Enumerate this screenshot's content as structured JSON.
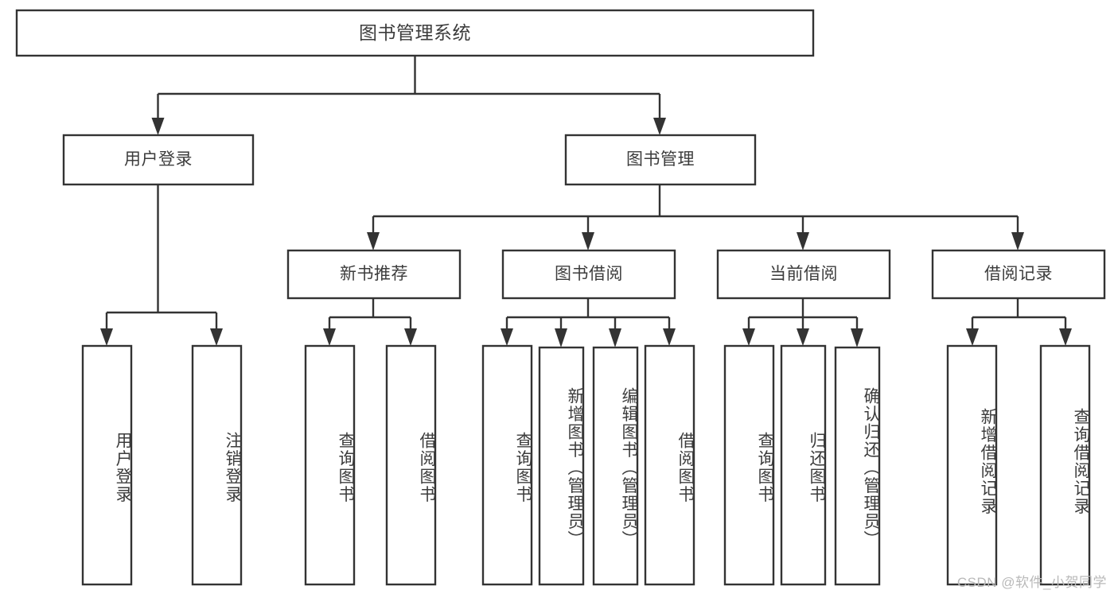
{
  "diagram": {
    "type": "tree-hierarchy-chart",
    "title_node": {
      "id": "root",
      "label": "图书管理系统"
    },
    "level2": [
      {
        "id": "user-login",
        "label": "用户登录"
      },
      {
        "id": "book-mgmt",
        "label": "图书管理"
      }
    ],
    "level3": [
      {
        "id": "new-book-rec",
        "label": "新书推荐",
        "parent": "book-mgmt"
      },
      {
        "id": "book-borrow",
        "label": "图书借阅",
        "parent": "book-mgmt"
      },
      {
        "id": "current-borrow",
        "label": "当前借阅",
        "parent": "book-mgmt"
      },
      {
        "id": "borrow-record",
        "label": "借阅记录",
        "parent": "book-mgmt"
      }
    ],
    "leaves": [
      {
        "id": "leaf-user-login",
        "label": "用户登录",
        "parent": "user-login"
      },
      {
        "id": "leaf-logout-login",
        "label": "注销登录",
        "parent": "user-login"
      },
      {
        "id": "leaf-query-book-1",
        "label": "查询图书",
        "parent": "new-book-rec"
      },
      {
        "id": "leaf-borrow-book-1",
        "label": "借阅图书",
        "parent": "new-book-rec"
      },
      {
        "id": "leaf-query-book-2",
        "label": "查询图书",
        "parent": "book-borrow"
      },
      {
        "id": "leaf-add-book",
        "label": "新增图书（管理员）",
        "parent": "book-borrow"
      },
      {
        "id": "leaf-edit-book",
        "label": "编辑图书（管理员）",
        "parent": "book-borrow"
      },
      {
        "id": "leaf-borrow-book-2",
        "label": "借阅图书",
        "parent": "book-borrow"
      },
      {
        "id": "leaf-query-book-3",
        "label": "查询图书",
        "parent": "current-borrow"
      },
      {
        "id": "leaf-return-book",
        "label": "归还图书",
        "parent": "current-borrow"
      },
      {
        "id": "leaf-confirm-return",
        "label": "确认归还（管理员）",
        "parent": "current-borrow"
      },
      {
        "id": "leaf-add-record",
        "label": "新增借阅记录",
        "parent": "borrow-record"
      },
      {
        "id": "leaf-query-record",
        "label": "查询借阅记录",
        "parent": "borrow-record"
      }
    ],
    "colors": {
      "box_stroke": "#333333",
      "box_fill": "#ffffff",
      "text": "#3c3c3c",
      "background": "#ffffff",
      "watermark": "#b9b9b9"
    }
  },
  "watermark": {
    "text": "CSDN @软件_小贺同学"
  }
}
